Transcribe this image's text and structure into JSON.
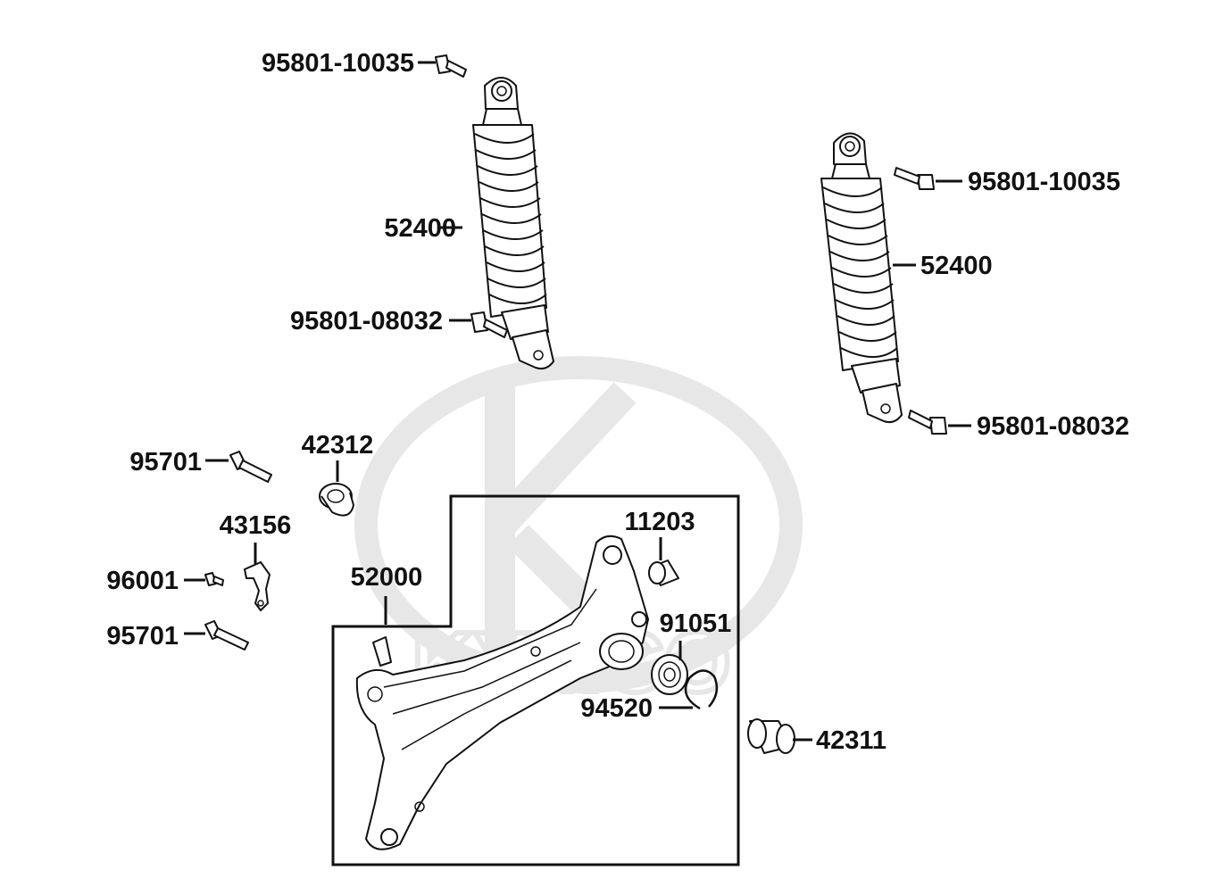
{
  "watermark": {
    "text": "KYMCO"
  },
  "callouts": [
    {
      "id": "bolt-upper-left",
      "label": "95801-10035"
    },
    {
      "id": "shock-left",
      "label": "52400"
    },
    {
      "id": "bolt-lower-left",
      "label": "95801-08032"
    },
    {
      "id": "bolt-upper-right",
      "label": "95801-10035"
    },
    {
      "id": "shock-right",
      "label": "52400"
    },
    {
      "id": "bolt-lower-right",
      "label": "95801-08032"
    },
    {
      "id": "pin-upper",
      "label": "95701"
    },
    {
      "id": "bushing-rubber",
      "label": "42312"
    },
    {
      "id": "clamp",
      "label": "43156"
    },
    {
      "id": "screw",
      "label": "96001"
    },
    {
      "id": "pin-lower",
      "label": "95701"
    },
    {
      "id": "swing-arm",
      "label": "52000"
    },
    {
      "id": "collar",
      "label": "11203"
    },
    {
      "id": "bearing",
      "label": "91051"
    },
    {
      "id": "circlip",
      "label": "94520"
    },
    {
      "id": "bushing-sleeve",
      "label": "42311"
    }
  ],
  "colors": {
    "line": "#111111",
    "watermark": "#e7e7e7",
    "background": "#ffffff"
  }
}
